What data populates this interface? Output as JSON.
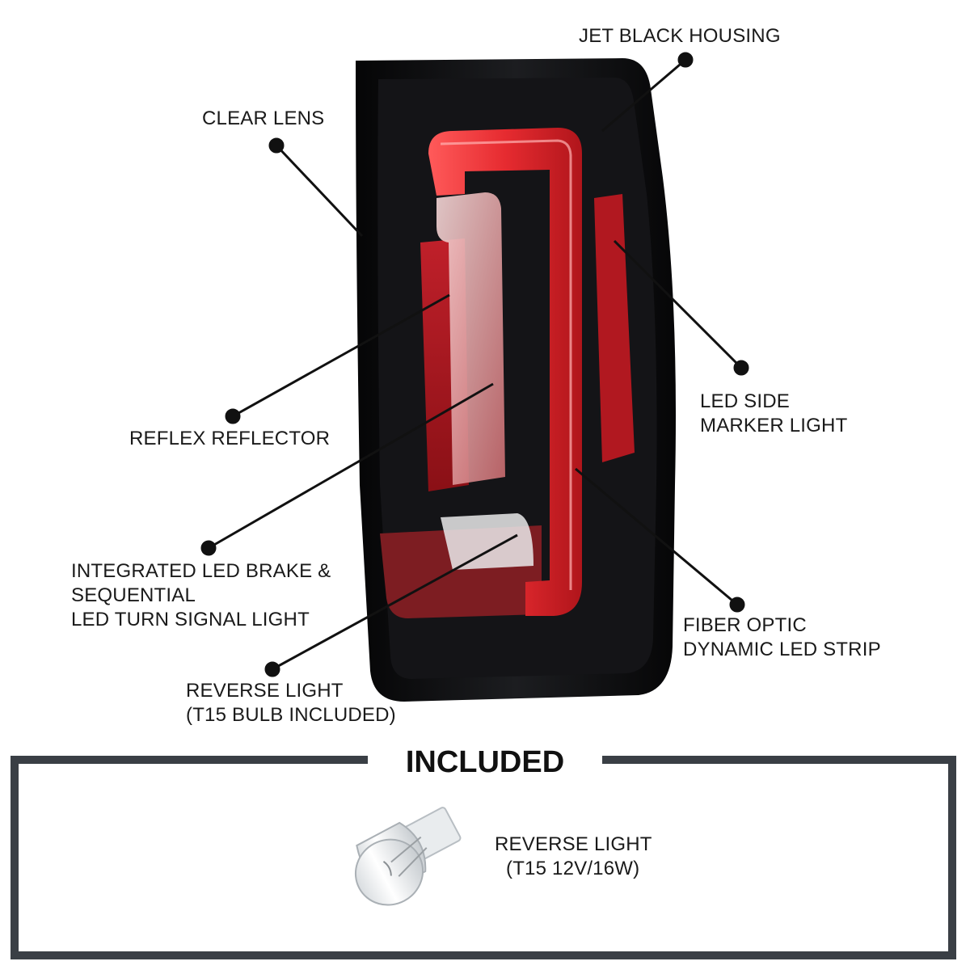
{
  "callouts": {
    "jet_black_housing": "JET BLACK HOUSING",
    "clear_lens": "CLEAR LENS",
    "led_side_marker": [
      "LED SIDE",
      "MARKER LIGHT"
    ],
    "reflex_reflector": "REFLEX REFLECTOR",
    "integrated_led": [
      "INTEGRATED LED BRAKE &",
      "SEQUENTIAL",
      "LED TURN SIGNAL LIGHT"
    ],
    "fiber_optic": [
      "FIBER OPTIC",
      "DYNAMIC LED STRIP"
    ],
    "reverse_light": [
      "REVERSE LIGHT",
      "(T15 BULB INCLUDED)"
    ]
  },
  "included": {
    "title": "INCLUDED",
    "bulb_label": [
      "REVERSE LIGHT",
      "(T15 12V/16W)"
    ]
  },
  "colors": {
    "housing": "#0d0d0f",
    "red_strip": "#e0252a",
    "red_lens": "#a8141b",
    "frame": "#3a3f45",
    "leader": "#111111"
  },
  "icons": [
    "tail-light-image",
    "t15-bulb-icon"
  ]
}
